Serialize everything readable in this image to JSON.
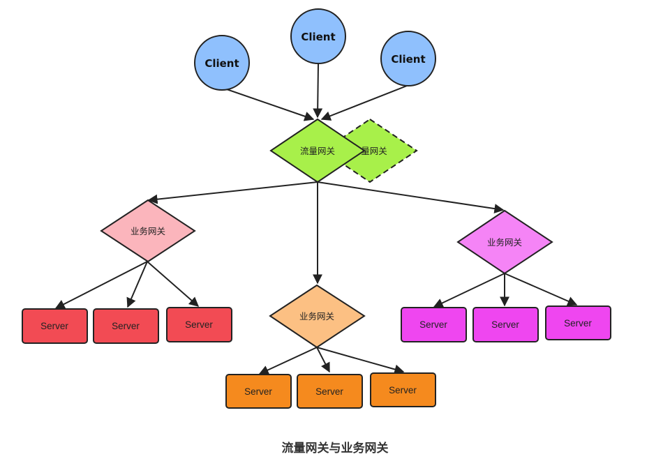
{
  "clients": [
    {
      "label": "Client"
    },
    {
      "label": "Client"
    },
    {
      "label": "Client"
    }
  ],
  "traffic_gateway": {
    "label": "流量网关",
    "ghost_label": "量网关"
  },
  "business_gateways": [
    {
      "label": "业务网关",
      "servers": [
        "Server",
        "Server",
        "Server"
      ]
    },
    {
      "label": "业务网关",
      "servers": [
        "Server",
        "Server",
        "Server"
      ]
    },
    {
      "label": "业务网关",
      "servers": [
        "Server",
        "Server",
        "Server"
      ]
    }
  ],
  "caption": "流量网关与业务网关",
  "colors": {
    "client_fill": "#8fc0fd",
    "traffic_gateway_fill": "#a8f04a",
    "gateway_pink": "#fbb5bc",
    "gateway_orange": "#fcc083",
    "gateway_magenta": "#f584f6",
    "server_red": "#f24b54",
    "server_orange": "#f58a1e",
    "server_magenta": "#ef46f0"
  }
}
